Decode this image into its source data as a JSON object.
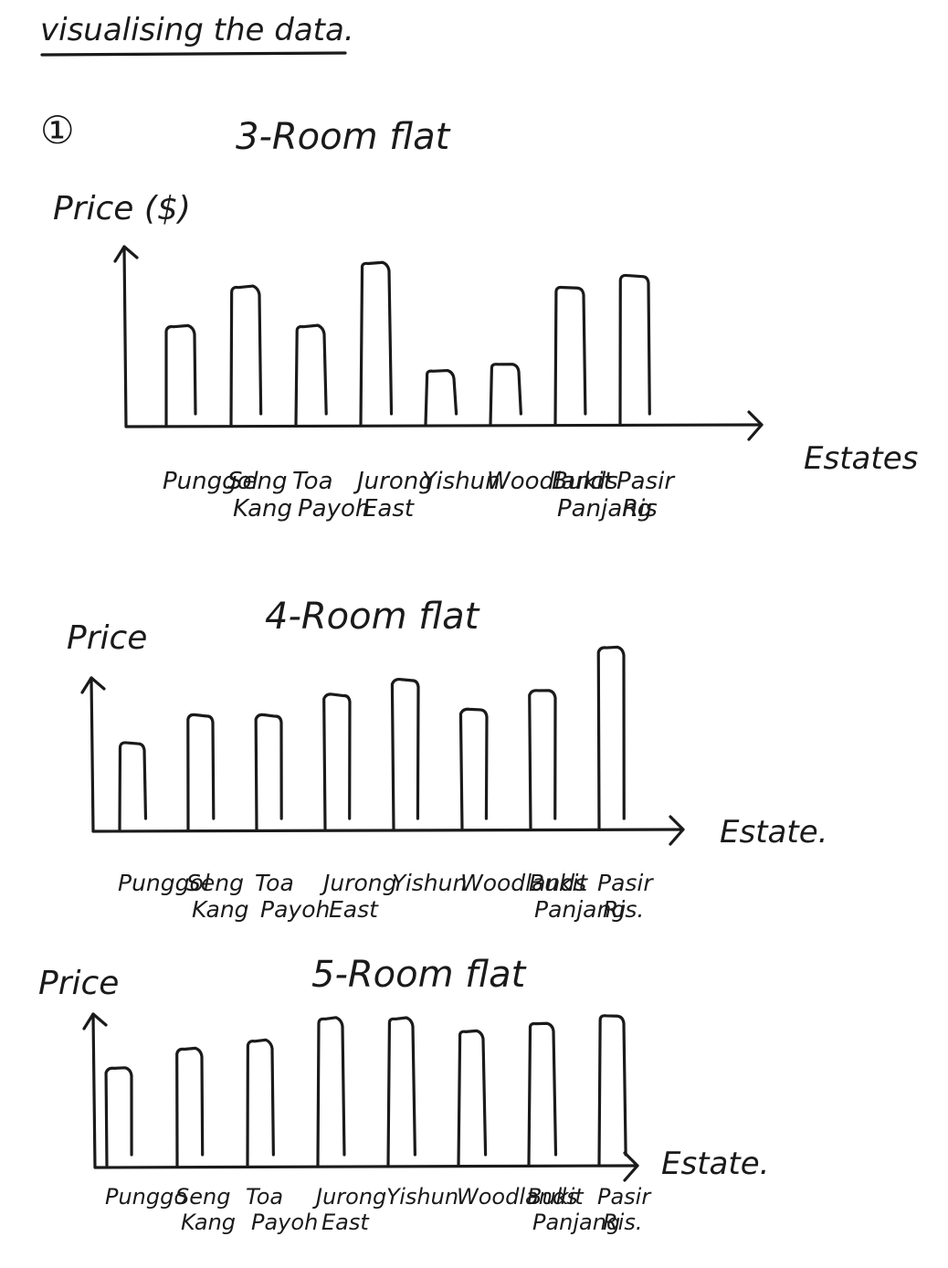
{
  "page": {
    "heading": "visualising the data.",
    "section_marker": "①"
  },
  "chart_data": [
    {
      "type": "bar",
      "title": "3-Room flat",
      "ylabel": "Price ($)",
      "xlabel": "Estates",
      "categories": [
        "Punggol",
        "Seng Kang",
        "Toa Payoh",
        "Jurong East",
        "Yishun",
        "Woodlands",
        "Bukit Panjang",
        "Pasir Ris"
      ],
      "values": [
        0.59,
        0.82,
        0.59,
        0.96,
        0.33,
        0.37,
        0.82,
        0.89
      ],
      "value_scale": "relative (no tick labels printed)",
      "grid": false
    },
    {
      "type": "bar",
      "title": "4-Room flat",
      "ylabel": "Price",
      "xlabel": "Estate.",
      "categories": [
        "Punggol",
        "Seng Kang",
        "Toa Payoh",
        "Jurong East",
        "Yishun",
        "Woodlands",
        "Bukit Panjang",
        "Pasir Ris."
      ],
      "values": [
        0.48,
        0.63,
        0.63,
        0.74,
        0.82,
        0.66,
        0.76,
        0.99
      ],
      "value_scale": "relative (no tick labels printed)",
      "grid": false
    },
    {
      "type": "bar",
      "title": "5-Room flat",
      "ylabel": "Price",
      "xlabel": "Estate.",
      "categories": [
        "Punggo",
        "Seng Kang",
        "Toa Payoh",
        "Jurong East",
        "Yishun",
        "Woodlands",
        "Bukit Panjang",
        "Pasir Ris."
      ],
      "values": [
        0.63,
        0.75,
        0.8,
        0.94,
        0.94,
        0.86,
        0.91,
        0.96
      ],
      "value_scale": "relative (no tick labels printed)",
      "grid": false
    }
  ]
}
